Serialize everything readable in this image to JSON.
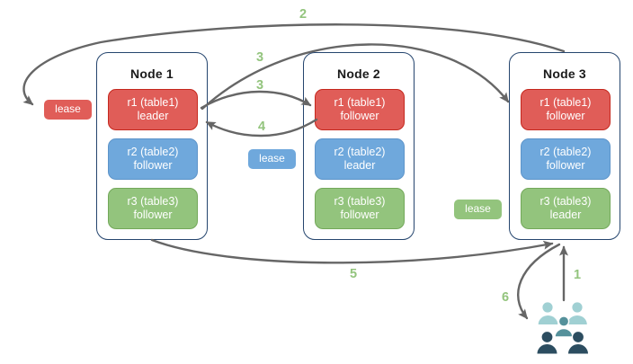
{
  "nodes": [
    {
      "title": "Node 1",
      "replicas": [
        {
          "line1": "r1 (table1)",
          "line2": "leader"
        },
        {
          "line1": "r2 (table2)",
          "line2": "follower"
        },
        {
          "line1": "r3 (table3)",
          "line2": "follower"
        }
      ]
    },
    {
      "title": "Node 2",
      "replicas": [
        {
          "line1": "r1 (table1)",
          "line2": "follower"
        },
        {
          "line1": "r2 (table2)",
          "line2": "leader"
        },
        {
          "line1": "r3 (table3)",
          "line2": "follower"
        }
      ]
    },
    {
      "title": "Node 3",
      "replicas": [
        {
          "line1": "r1 (table1)",
          "line2": "follower"
        },
        {
          "line1": "r2 (table2)",
          "line2": "follower"
        },
        {
          "line1": "r3 (table3)",
          "line2": "leader"
        }
      ]
    }
  ],
  "leases": {
    "table1": {
      "label": "lease"
    },
    "table2": {
      "label": "lease"
    },
    "table3": {
      "label": "lease"
    }
  },
  "steps": {
    "s1": "1",
    "s2": "2",
    "s3a": "3",
    "s3b": "3",
    "s4": "4",
    "s5": "5",
    "s6": "6"
  },
  "icons": {
    "users": "users-group-icon"
  },
  "colors": {
    "background": "#ffffff",
    "node_border": "#25456e",
    "node_title_text": "#1b1b1b",
    "replica_red_fill": "#e05d58",
    "replica_red_border": "#c5281e",
    "replica_blue_fill": "#6fa8dc",
    "replica_blue_border": "#5d94c9",
    "replica_green_fill": "#93c47d",
    "replica_green_border": "#73a85a",
    "box_text": "#ffffff",
    "arrow": "#666666",
    "step_label": "#93c47d",
    "users_back": "#a0d0d3",
    "users_middle": "#55919b",
    "users_front": "#2c4d60"
  }
}
